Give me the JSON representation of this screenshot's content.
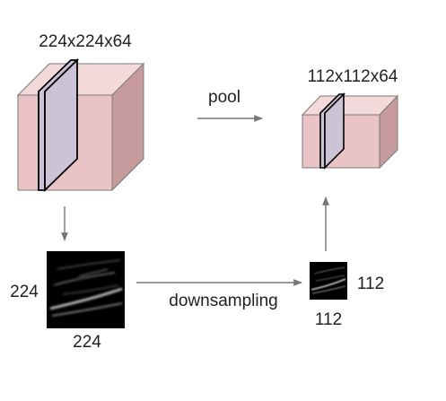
{
  "input_volume": {
    "dims_label": "224x224x64"
  },
  "pool_operation": {
    "label": "pool"
  },
  "output_volume": {
    "dims_label": "112x112x64"
  },
  "input_slice": {
    "height_label": "224",
    "width_label": "224"
  },
  "output_slice": {
    "height_label": "112",
    "width_label": "112"
  },
  "downsampling": {
    "label": "downsampling"
  },
  "colors": {
    "cube_front": "#e9c3c6",
    "cube_top": "#f3d9da",
    "cube_side": "#c79a9d",
    "cube_edge": "#7a7a7a",
    "slice_fill": "#cdc3d6",
    "arrow": "#777777",
    "text": "#222222",
    "feature_bg": "#000000"
  }
}
